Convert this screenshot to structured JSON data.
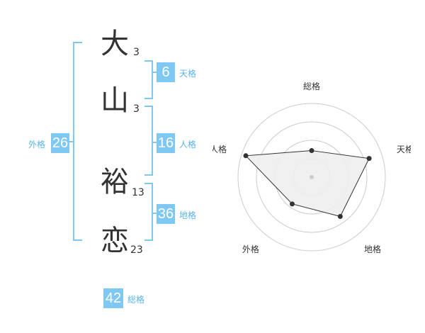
{
  "name": {
    "characters": [
      {
        "char": "大",
        "strokes": "3"
      },
      {
        "char": "山",
        "strokes": "3"
      },
      {
        "char": "裕",
        "strokes": "13"
      },
      {
        "char": "恋",
        "strokes": "23"
      }
    ]
  },
  "fortunes": {
    "tenkaku": {
      "value": "6",
      "label": "天格"
    },
    "jinkaku": {
      "value": "16",
      "label": "人格"
    },
    "chikaku": {
      "value": "36",
      "label": "地格"
    },
    "gaikaku": {
      "value": "26",
      "label": "外格"
    },
    "soukaku": {
      "value": "42",
      "label": "総格"
    }
  },
  "colors": {
    "accent": "#7fc8f4",
    "accent_text": "#5ab4e8",
    "bracket": "#7fc8f4"
  },
  "chart_data": {
    "type": "radar",
    "axes": [
      "総格",
      "天格",
      "地格",
      "外格",
      "人格"
    ],
    "values": [
      0.36,
      0.82,
      0.66,
      0.45,
      0.94
    ],
    "rings": 4
  }
}
